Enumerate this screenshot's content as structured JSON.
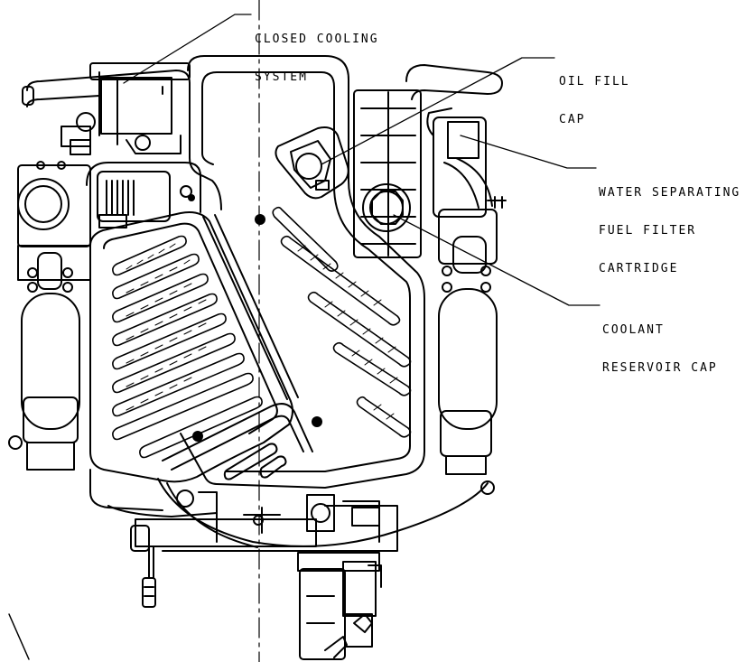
{
  "callouts": {
    "closed_cooling": {
      "line1": "CLOSED COOLING",
      "line2": "SYSTEM"
    },
    "oil_fill": {
      "line1": "OIL FILL",
      "line2": "CAP"
    },
    "water_separating": {
      "line1": "WATER SEPARATING",
      "line2": "FUEL FILTER",
      "line3": "CARTRIDGE"
    },
    "coolant_reservoir": {
      "line1": "COOLANT",
      "line2": "RESERVOIR CAP"
    }
  },
  "colors": {
    "ink": "#000000",
    "background": "#ffffff"
  }
}
